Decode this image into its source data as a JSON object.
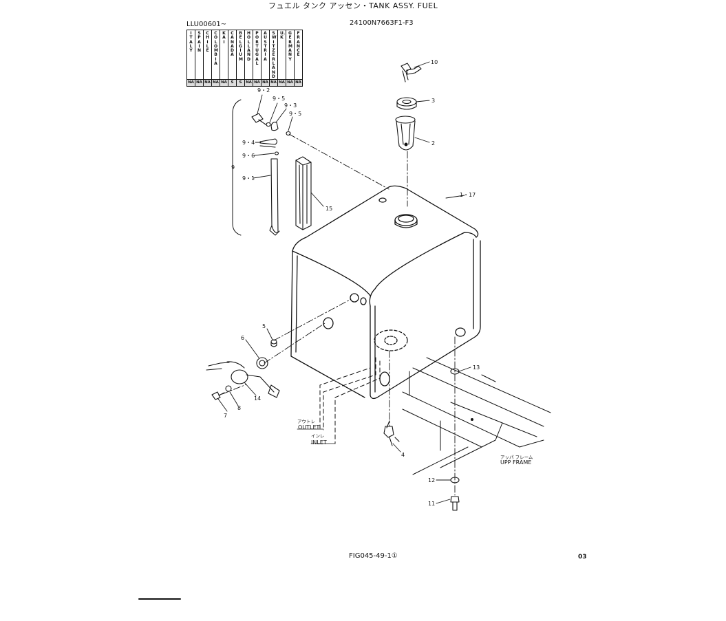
{
  "header": {
    "title": "フュエル タンク アッセン・TANK ASSY. FUEL",
    "serial_range": "LLU00601~",
    "part_number": "24100N7663F1-F3"
  },
  "country_table": {
    "countries": [
      "ITALY",
      "SPAIN",
      "CHILE",
      "COLOMBIA",
      "KAI",
      "CANADA",
      "BELGIUM",
      "HOLLAND",
      "PORTUGAL",
      "AUSTRIA",
      "SWITZER LAND",
      "U.K",
      "GERMANY",
      "FRANCE"
    ],
    "codes": [
      "NA",
      "NA",
      "NA",
      "NA",
      "NA",
      "S",
      "S",
      "NA",
      "NA",
      "NA",
      "NA",
      "NA",
      "NA",
      "NA"
    ]
  },
  "callouts": {
    "c10": "10",
    "c3": "3",
    "c2": "2",
    "c1_17": "1・17",
    "c9_2": "9・2",
    "c9_5a": "9・5",
    "c9_3": "9・3",
    "c9_5b": "9・5",
    "c9_4": "9・4",
    "c9_6": "9・6",
    "c9": "9",
    "c9_1": "9・1",
    "c15": "15",
    "c5": "5",
    "c6": "6",
    "c14": "14",
    "c7": "7",
    "c8": "8",
    "c13": "13",
    "c4": "4",
    "c12": "12",
    "c11": "11"
  },
  "annotations": {
    "outlet_jp": "アウトレ",
    "outlet_en": "OUTLET",
    "inlet_jp": "インレ",
    "inlet_en": "INLET",
    "frame_jp": "アッパ フレーム",
    "frame_en": "UPP FRAME"
  },
  "footer": {
    "figure_ref": "FIG045-49-1①",
    "page_code": "03"
  }
}
